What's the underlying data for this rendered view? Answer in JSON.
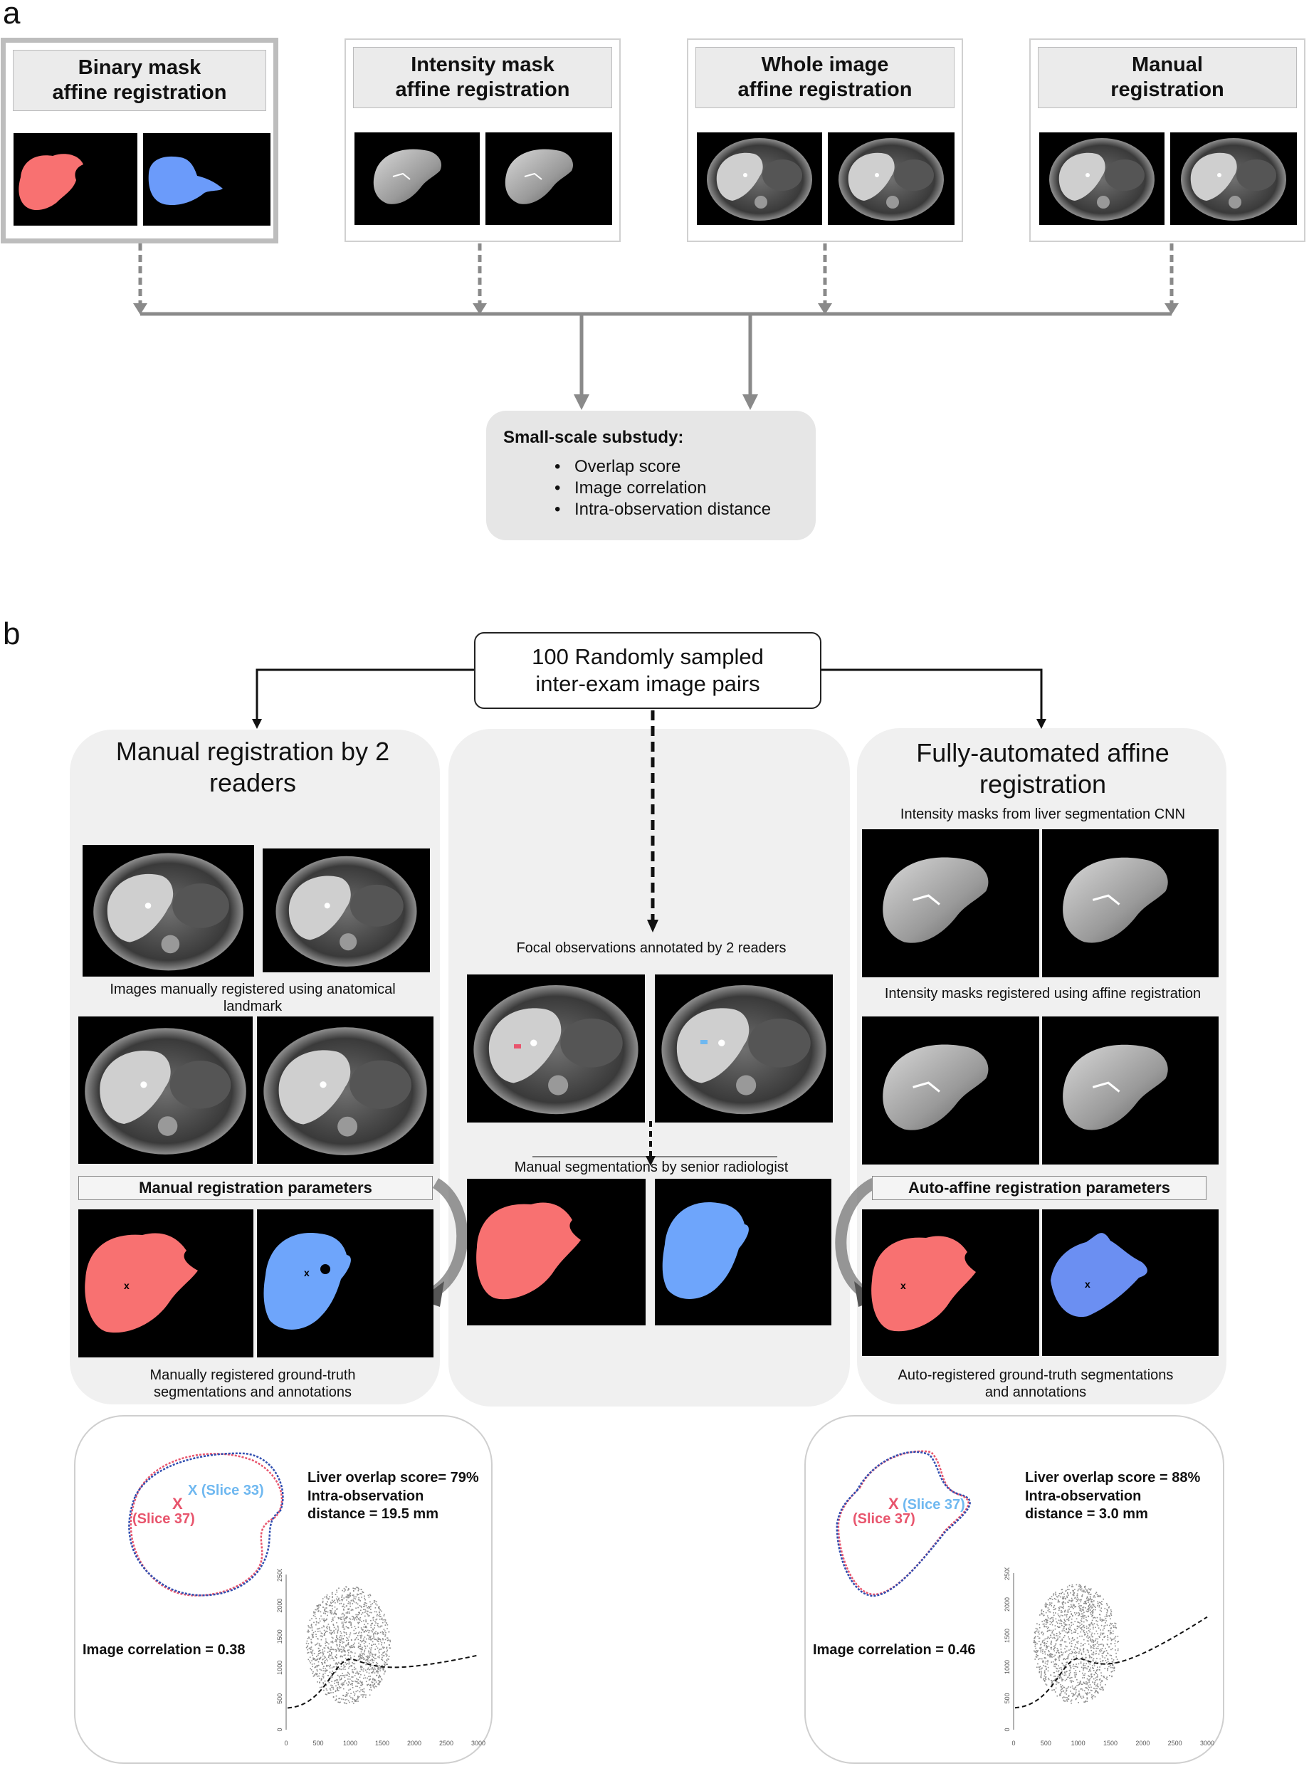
{
  "panel_a": {
    "label": "a",
    "methods": [
      {
        "title": "Binary mask\naffine registration",
        "selected": true,
        "images": [
          "liver-mask-red",
          "liver-mask-blue"
        ]
      },
      {
        "title": "Intensity mask\naffine registration",
        "selected": false,
        "images": [
          "liver-intensity-mri",
          "liver-intensity-mri"
        ]
      },
      {
        "title": "Whole image\naffine registration",
        "selected": false,
        "images": [
          "abdomen-mri",
          "abdomen-mri"
        ]
      },
      {
        "title": "Manual\nregistration",
        "selected": false,
        "images": [
          "abdomen-mri",
          "abdomen-mri"
        ]
      }
    ],
    "substudy": {
      "title": "Small-scale substudy:",
      "items": [
        "Overlap score",
        "Image correlation",
        "Intra-observation distance"
      ]
    }
  },
  "panel_b": {
    "label": "b",
    "top_box": "100 Randomly sampled\ninter-exam image pairs",
    "left": {
      "title": "Manual registration by 2\nreaders",
      "caption1": "Images manually registered using anatomical\nlandmark",
      "params_label": "Manual registration parameters",
      "caption2": "Manually registered ground-truth\nsegmentations and annotations",
      "mark": "x"
    },
    "center": {
      "caption1": "Focal observations annotated by 2 readers",
      "caption2": "Manual segmentations by senior radiologist"
    },
    "right": {
      "title": "Fully-automated affine\nregistration",
      "caption0": "Intensity masks from liver segmentation CNN",
      "caption1": "Intensity masks registered using affine registration",
      "params_label": "Auto-affine registration parameters",
      "caption2": "Auto-registered ground-truth segmentations\nand annotations",
      "mark": "x"
    },
    "results": [
      {
        "overlap": "Liver overlap score= 79%",
        "distance": "Intra-observation\ndistance = 19.5 mm",
        "correlation": "Image correlation = 0.38",
        "slice_a": "(Slice 37)",
        "slice_b": "X (Slice 33)",
        "mark_a": "X",
        "y_ticks": [
          "2500",
          "2000",
          "1500",
          "1000",
          "500",
          "0"
        ],
        "x_ticks": [
          "0",
          "500",
          "1000",
          "1500",
          "2000",
          "2500",
          "3000"
        ]
      },
      {
        "overlap": "Liver overlap score = 88%",
        "distance": "Intra-observation\ndistance = 3.0 mm",
        "correlation": "Image correlation = 0.46",
        "slice_a": "(Slice 37)",
        "slice_b": "(Slice 37)",
        "mark_a": "X",
        "y_ticks": [
          "2500",
          "2000",
          "1500",
          "1000",
          "500",
          "0"
        ],
        "x_ticks": [
          "0",
          "500",
          "1000",
          "1500",
          "2000",
          "2500",
          "3000"
        ]
      }
    ]
  },
  "colors": {
    "mask_red": "#f87171",
    "mask_blue": "#6b9bfa",
    "slice_red": "#e8556d",
    "slice_blue": "#6fb8f0",
    "arrow_gray": "#8a8a8a",
    "panel_gray": "#f0f0f0"
  }
}
